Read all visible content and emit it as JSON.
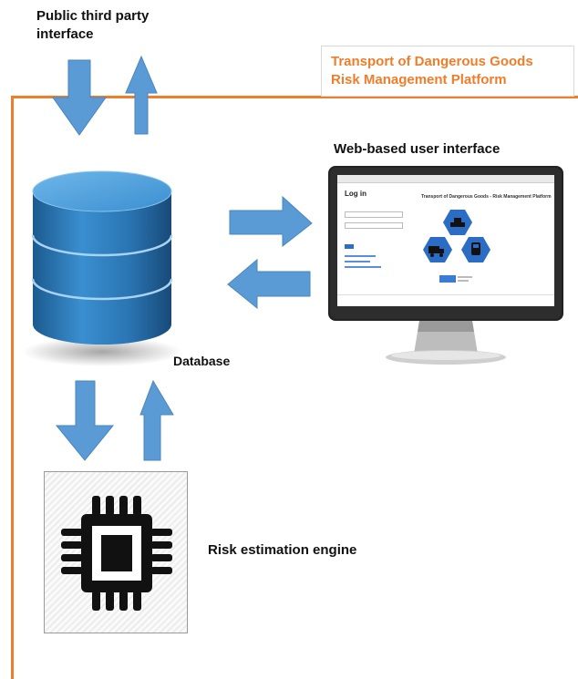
{
  "labels": {
    "public_interface": "Public third party interface",
    "platform_line1": "Transport of Dangerous Goods",
    "platform_line2": "Risk Management Platform",
    "web_ui": "Web-based user interface",
    "database": "Database",
    "risk_engine": "Risk estimation engine"
  },
  "screen": {
    "login_title": "Log in",
    "header_text": "Transport of Dangerous Goods - Risk Management Platform"
  },
  "colors": {
    "frame_orange": "#f07d2a",
    "arrow_blue": "#5b9bd5",
    "hex_blue": "#2b6cc4",
    "db_blue": "#2f7db8"
  },
  "icons": [
    "ship-icon",
    "truck-icon",
    "train-icon",
    "processor-chip-icon",
    "database-icon"
  ]
}
